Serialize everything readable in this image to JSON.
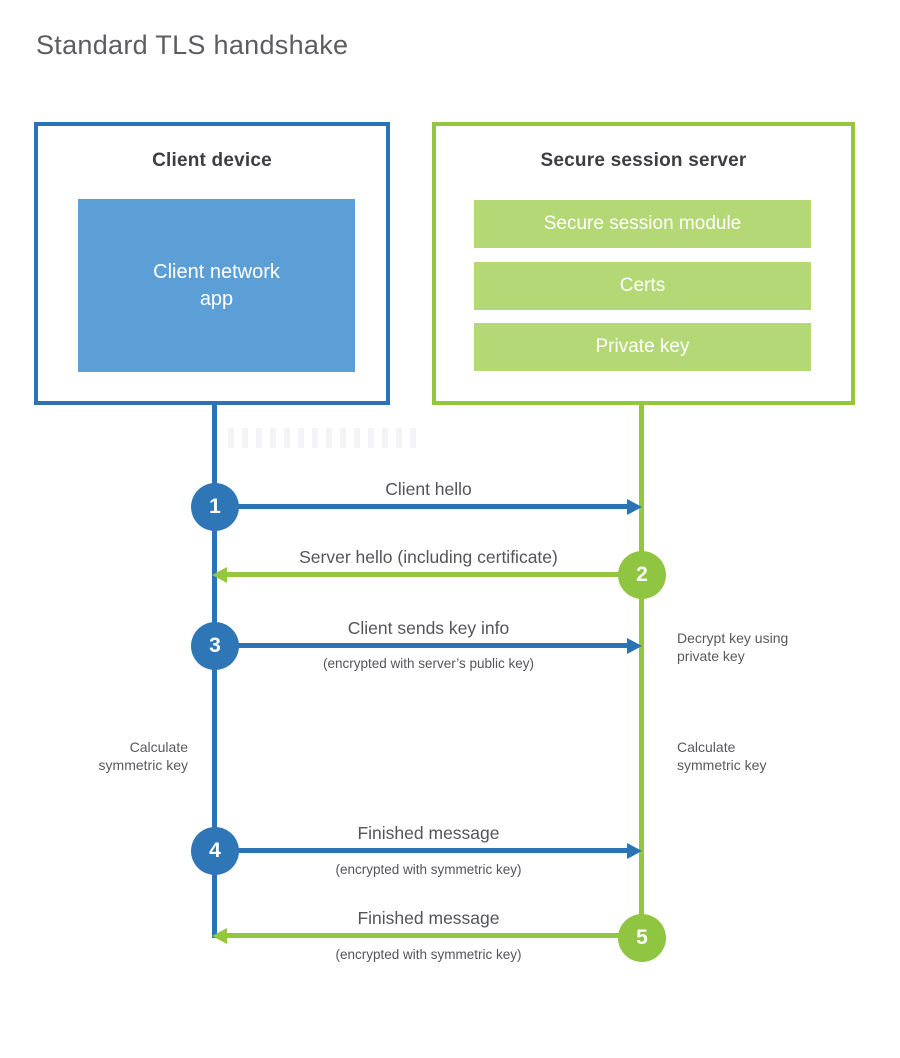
{
  "title": "Standard TLS handshake",
  "colors": {
    "blue": "#2b73b7",
    "blue_fill": "#5c9ed6",
    "green": "#95c73e",
    "green_fill": "#b5d877",
    "heading_text": "#3d3e42",
    "label_text": "#54555a"
  },
  "client": {
    "title": "Client device",
    "app": "Client network\napp"
  },
  "server": {
    "title": "Secure session server",
    "modules": [
      "Secure session module",
      "Certs",
      "Private key"
    ]
  },
  "steps": [
    {
      "num": "1",
      "direction": "right",
      "actor": "client",
      "label": "Client hello",
      "sublabel": ""
    },
    {
      "num": "2",
      "direction": "left",
      "actor": "server",
      "label": "Server hello (including certificate)",
      "sublabel": ""
    },
    {
      "num": "3",
      "direction": "right",
      "actor": "client",
      "label": "Client sends key info",
      "sublabel": "(encrypted with server’s public key)"
    },
    {
      "num": "4",
      "direction": "right",
      "actor": "client",
      "label": "Finished message",
      "sublabel": "(encrypted with symmetric key)"
    },
    {
      "num": "5",
      "direction": "left",
      "actor": "server",
      "label": "Finished message",
      "sublabel": "(encrypted with symmetric key)"
    }
  ],
  "notes": {
    "decrypt_right": "Decrypt key using\nprivate key",
    "calculate_left": "Calculate\nsymmetric key",
    "calculate_right": "Calculate\nsymmetric key"
  }
}
